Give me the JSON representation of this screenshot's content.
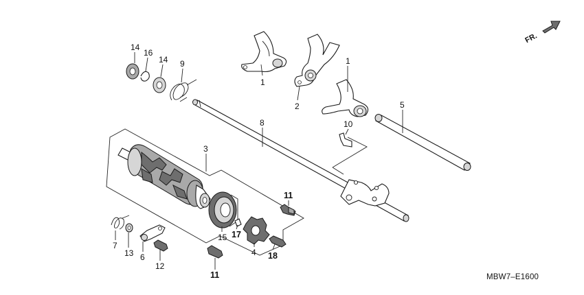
{
  "orientation": {
    "arrow_label": "FR."
  },
  "diagram_code": "MBW7–E1600",
  "callouts": {
    "c14a": "14",
    "c16": "16",
    "c14b": "14",
    "c9": "9",
    "c1a": "1",
    "c2": "2",
    "c1b": "1",
    "c5": "5",
    "c8": "8",
    "c10": "10",
    "c3": "3",
    "c11a": "11",
    "c15": "15",
    "c17": "17",
    "c4": "4",
    "c18": "18",
    "c7": "7",
    "c13": "13",
    "c6": "6",
    "c12": "12",
    "c11b": "11"
  }
}
